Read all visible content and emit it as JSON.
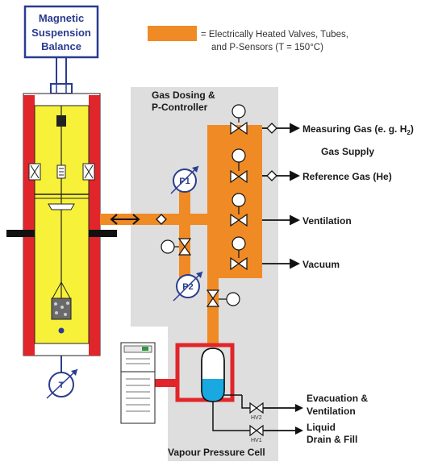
{
  "balance": {
    "line1": "Magnetic",
    "line2": "Suspension",
    "line3": "Balance"
  },
  "legend": {
    "line1": "= Electrically Heated Valves, Tubes,",
    "line2": "and P-Sensors (T = 150°C)"
  },
  "gas_dosing": {
    "line1": "Gas Dosing &",
    "line2": "P-Controller"
  },
  "sensors": {
    "p1": "P1",
    "p2": "P2",
    "t": "T"
  },
  "outputs": {
    "measuring_gas": "Measuring Gas (e. g. H",
    "measuring_gas_sub": "2",
    "measuring_gas_end": ")",
    "gas_supply": "Gas Supply",
    "reference_gas": "Reference Gas (He)",
    "ventilation": "Ventilation",
    "vacuum": "Vacuum"
  },
  "evacuation": {
    "line1": "Evacuation &",
    "line2": "Ventilation"
  },
  "liquid": {
    "line1": "Liquid",
    "line2": "Drain & Fill"
  },
  "valve_tags": {
    "hv2": "HV2",
    "hv1": "HV1"
  },
  "vapour_cell": "Vapour Pressure Cell",
  "colors": {
    "heated": "#f08a24",
    "grey_bg": "#dedede",
    "cell_red": "#e0262b",
    "cell_yellow": "#f7f13a",
    "accent_blue": "#2a3c8f",
    "liquid_blue": "#1aa8e0"
  }
}
